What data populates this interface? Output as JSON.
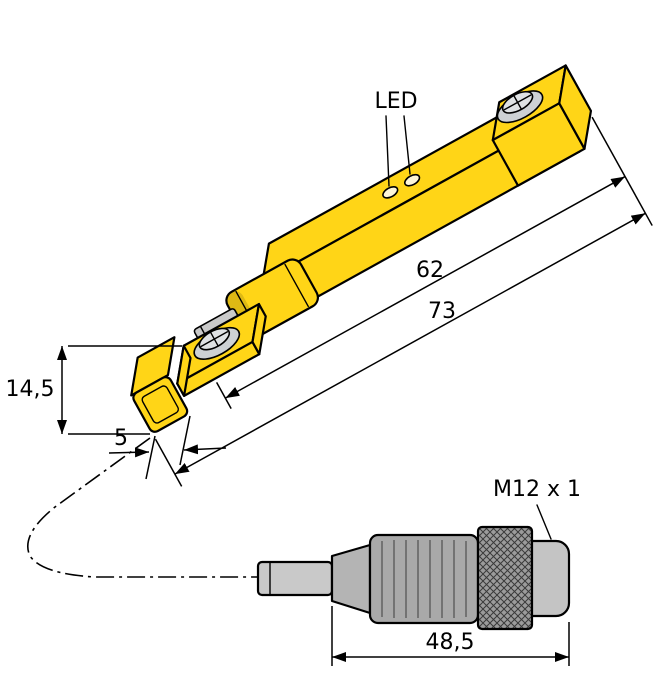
{
  "drawing": {
    "type": "technical-dimension-drawing",
    "labels": {
      "led": "LED",
      "dim_length_inner": "62",
      "dim_length_outer": "73",
      "dim_height": "14,5",
      "dim_tab_width": "5",
      "connector_thread": "M12 x 1",
      "dim_connector_length": "48,5"
    },
    "colors": {
      "body": "#FFD517",
      "body_shade": "#000000",
      "metal_light": "#DFE2E4",
      "metal_mid": "#CDD1D4",
      "led_fill": "#FDF6D8",
      "cable_gray": "#C9C9C9",
      "connector_taper": "#B4B4B4",
      "connector_barrel": "#A9A9A9",
      "connector_knurl": "#9B9B9B",
      "connector_cap": "#C4C4C4",
      "background": "#FFFFFF"
    }
  }
}
